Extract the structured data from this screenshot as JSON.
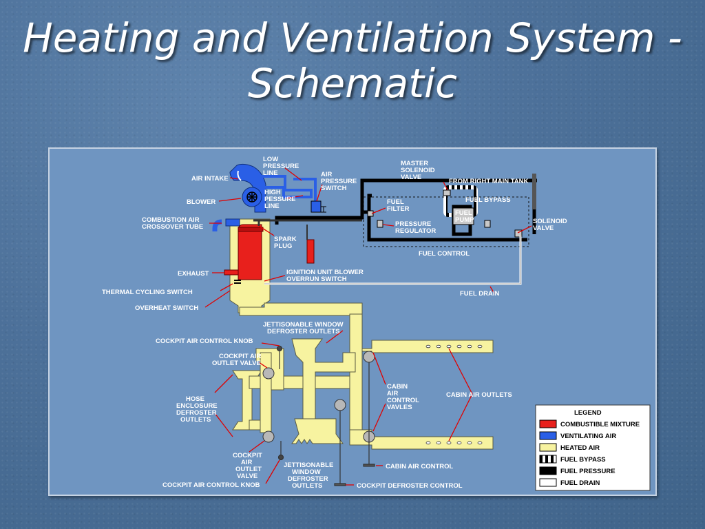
{
  "slide": {
    "title": "Heating and Ventilation System - Schematic"
  },
  "labels": {
    "air_intake": "AIR INTAKE",
    "blower": "BLOWER",
    "combustion_air_1": "COMBUSTION AIR",
    "combustion_air_2": "CROSSOVER TUBE",
    "exhaust": "EXHAUST",
    "thermal_cycling_switch": "THERMAL CYCLING SWITCH",
    "overheat_switch": "OVERHEAT SWITCH",
    "low_pressure_1": "LOW",
    "low_pressure_2": "PRESSURE",
    "low_pressure_3": "LINE",
    "high_pressure_1": "HIGH",
    "high_pressure_2": "PESSURE",
    "high_pressure_3": "LINE",
    "air_pressure_switch_1": "AIR",
    "air_pressure_switch_2": "PRESSURE",
    "air_pressure_switch_3": "SWITCH",
    "spark_plug_1": "SPARK",
    "spark_plug_2": "PLUG",
    "ignition_1": "IGNITION UNIT BLOWER",
    "ignition_2": "OVERRUN SWITCH",
    "master_solenoid_1": "MASTER",
    "master_solenoid_2": "SOLENOID",
    "master_solenoid_3": "VALVE",
    "from_right_main_tank": "FROM RIGHT MAIN TANK",
    "fuel_bypass": "FUEL BYPASS",
    "fuel_filter_1": "FUEL",
    "fuel_filter_2": "FILTER",
    "fuel_pump_1": "FUEL",
    "fuel_pump_2": "PUMP",
    "pressure_regulator_1": "PRESSURE",
    "pressure_regulator_2": "REGULATOR",
    "solenoid_valve_1": "SOLENOID",
    "solenoid_valve_2": "VALVE",
    "fuel_control": "FUEL CONTROL",
    "fuel_drain": "FUEL DRAIN",
    "jett_top_1": "JETTISONABLE WINDOW",
    "jett_top_2": "DEFROSTER OUTLETS",
    "cockpit_knob_top": "COCKPIT AIR CONTROL KNOB",
    "cockpit_valve_top_1": "COCKPIT AIR",
    "cockpit_valve_top_2": "OUTLET VALVE",
    "hose_1": "HOSE",
    "hose_2": "ENCLOSURE",
    "hose_3": "DEFROSTER",
    "hose_4": "OUTLETS",
    "cabin_valves_1": "CABIN",
    "cabin_valves_2": "AIR",
    "cabin_valves_3": "CONTROL",
    "cabin_valves_4": "VAVLES",
    "cabin_air_outlets": "CABIN AIR OUTLETS",
    "cockpit_valve_bottom_1": "COCKPIT",
    "cockpit_valve_bottom_2": "AIR",
    "cockpit_valve_bottom_3": "OUTLET",
    "cockpit_valve_bottom_4": "VALVE",
    "jett_bottom_1": "JETTISONABLE",
    "jett_bottom_2": "WINDOW",
    "jett_bottom_3": "DEFROSTER",
    "jett_bottom_4": "OUTLETS",
    "cabin_air_control": "CABIN AIR CONTROL",
    "cockpit_knob_bottom": "COCKPIT AIR CONTROL KNOB",
    "cockpit_defroster_control": "COCKPIT DEFROSTER CONTROL"
  },
  "legend": {
    "title": "LEGEND",
    "items": [
      {
        "label": "COMBUSTIBLE MIXTURE",
        "color": "#e8201c"
      },
      {
        "label": "VENTILATING AIR",
        "color": "#2a5fe6"
      },
      {
        "label": "HEATED AIR",
        "color": "#f7f3a0"
      },
      {
        "label": "FUEL BYPASS",
        "color": "pattern-black-white"
      },
      {
        "label": "FUEL PRESSURE",
        "color": "#000000"
      },
      {
        "label": "FUEL DRAIN",
        "color": "#ffffff"
      }
    ]
  },
  "colors": {
    "combustible": "#e8201c",
    "ventilating": "#2a5fe6",
    "heated": "#f7f3a0",
    "fuel_pressure": "#000000",
    "fuel_drain": "#ffffff",
    "arrow": "#e00000"
  }
}
